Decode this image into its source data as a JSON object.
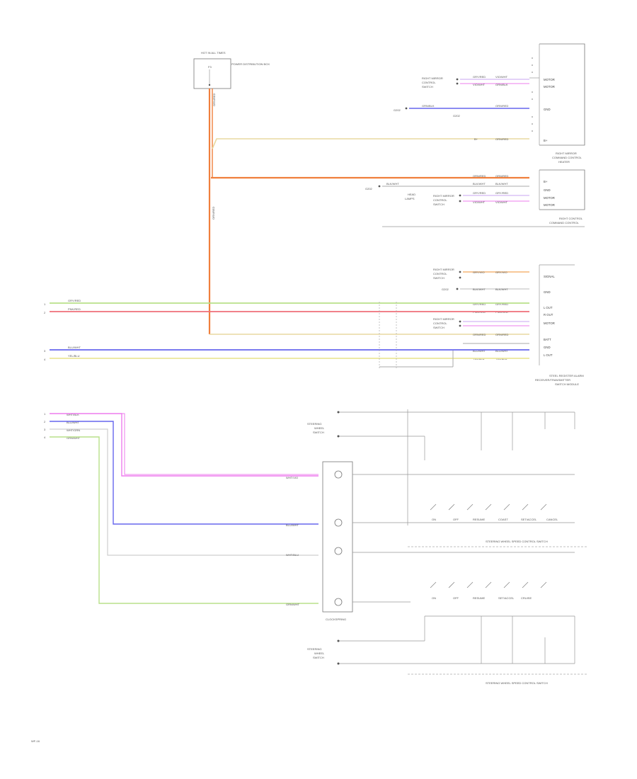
{
  "colors": {
    "orange": "#f07f3c",
    "tan": "#e8d8a0",
    "lightgreen": "#b8e08a",
    "red": "#ef6f7a",
    "purple": "#8a7cf0",
    "yellow": "#ece79a",
    "magenta": "#ee7cee",
    "gray": "#cfcfcf",
    "green": "#7fd07a",
    "blue": "#6666ee",
    "violet": "#b88cf0"
  },
  "labels": {
    "fuse_block": "HOT IN ALL TIMES",
    "fuse_side": "POWER DISTRIBUTION BOX",
    "fuse_wire": "ORN/RED",
    "fuse_wire2": "ORN/RED",
    "fuse_id": "F3",
    "conn1_title1": "RIGHT MIRROR",
    "conn1_title2": "COMMAND CONTROL",
    "conn1_title3": "HEATER",
    "conn2_title1": "RIGHT CONTROL",
    "conn2_title2": "COMMAND CONTROL",
    "conn3_title1": "STEEL REGISTER ALARM",
    "conn3_title2": "RECEIVER/TRANSMITTER",
    "conn3_title3": "SWITCH MODULE",
    "sw1_title": "STEERING WHEEL SPEED CONTROL SWITCH",
    "sw2_title": "STEERING WHEEL SPEED CONTROL SWITCH",
    "clockspring": "CLOCKSPRING",
    "ground1": "G202",
    "ground2": "G202",
    "corner": "WF-16"
  },
  "wires_left": [
    {
      "id": "1",
      "label": "GRY/RED"
    },
    {
      "id": "2",
      "label": "PNK/RED"
    },
    {
      "id": "3",
      "label": "BLU/WHT"
    },
    {
      "id": "4",
      "label": "YEL/BLU"
    }
  ],
  "wires_lower": [
    {
      "id": "1",
      "label": "WHT/BLK"
    },
    {
      "id": "2",
      "label": "BLU/WHT"
    },
    {
      "id": "3",
      "label": "WHT/GRN"
    },
    {
      "id": "4",
      "label": "GRN/WHT"
    }
  ],
  "mid_labels": [
    "WHT/VIO",
    "BLU/WHT",
    "WHT/BLU",
    "GRN/WHT"
  ],
  "pin_labels_top": [
    "GRY/RED",
    "VIO/WHT",
    "GRN/BLK",
    "ORN/RED"
  ],
  "pin_labels_mid": [
    "ORN/RED",
    "BLK/WHT",
    "GRY/RED",
    "VIO/WHT"
  ],
  "pin_labels_lower": [
    "GRY/VIO",
    "BLK/WHT",
    "GRY/RED",
    "PNK/RED",
    "ORN/RED",
    "BLU/WHT",
    "YEL/BLU"
  ],
  "conn1_pins": [
    "MOTOR",
    "MOTOR",
    "GND",
    "B+"
  ],
  "conn2_pins": [
    "B+",
    "GND",
    "MOTOR",
    "MOTOR"
  ],
  "conn3_pins": [
    "SIGNAL",
    "GND",
    "L OUT",
    "R OUT",
    "MOTOR",
    "BATT",
    "GND",
    "L OUT"
  ],
  "sw_contacts": [
    "ON",
    "OFF",
    "RESUME",
    "COAST",
    "SET/ACCEL",
    "CANCEL",
    "CRUISE"
  ]
}
